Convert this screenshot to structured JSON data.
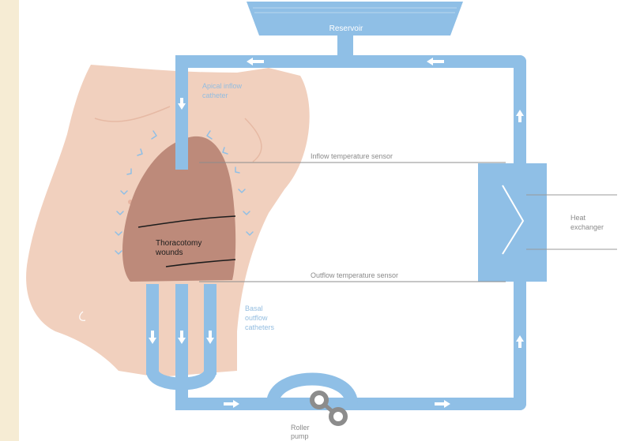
{
  "labels": {
    "reservoir": "Reservoir",
    "apical_line1": "Apical inflow",
    "apical_line2": "catheter",
    "inflow_sensor": "Inflow temperature sensor",
    "outflow_sensor": "Outflow temperature sensor",
    "heat_line1": "Heat",
    "heat_line2": "exchanger",
    "thoracotomy_line1": "Thoracotomy",
    "thoracotomy_line2": "wounds",
    "basal_line1": "Basal",
    "basal_line2": "outflow",
    "basal_line3": "catheters",
    "roller_line1": "Roller",
    "roller_line2": "pump"
  },
  "colors": {
    "background": "#f6ecd4",
    "panel": "#ffffff",
    "tube": "#8fbfe6",
    "tube_text": "#ffffff",
    "skin": "#f1d0be",
    "heart": "#bd8a7a",
    "label_gray": "#8a8a8a",
    "label_blue": "#93bde0",
    "pump": "#8c8c8c"
  }
}
